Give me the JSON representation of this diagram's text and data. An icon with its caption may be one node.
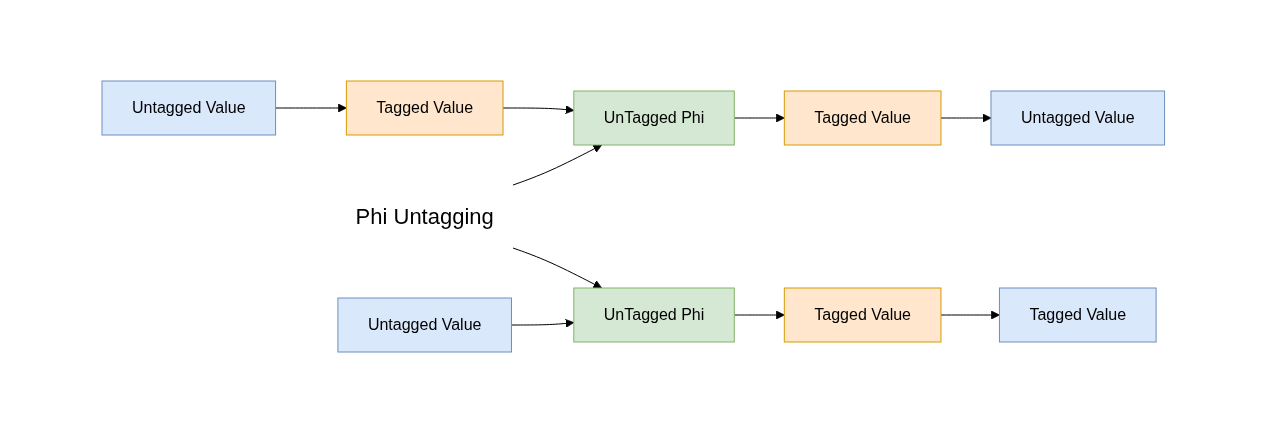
{
  "diagram": {
    "nodes": [
      {
        "text": [
          "Untagged Value"
        ]
      },
      {
        "text": [
          "Tagged Value"
        ]
      },
      {
        "text": [
          "UnTagged Phi"
        ]
      },
      {
        "text": [
          "Tagged Value"
        ]
      },
      {
        "text": [
          "Untagged Value"
        ]
      },
      {
        "text": [
          "Phi Untagging"
        ]
      },
      {
        "text": [
          "Untagged Value"
        ]
      },
      {
        "text": [
          "UnTagged Phi"
        ]
      },
      {
        "text": [
          "Tagged Value"
        ]
      },
      {
        "text": [
          "Tagged Value"
        ]
      }
    ],
    "edges": [
      {
        "from": 0,
        "to": 1,
        "arrow": "to"
      },
      {
        "from": 1,
        "to": 2,
        "arrow": "to"
      },
      {
        "from": 2,
        "to": 3,
        "arrow": "to"
      },
      {
        "from": 3,
        "to": 4,
        "arrow": "to"
      },
      {
        "from": 5,
        "to": 2,
        "arrow": "to"
      },
      {
        "from": 5,
        "to": 7,
        "arrow": "to"
      },
      {
        "from": 6,
        "to": 7,
        "arrow": "to"
      },
      {
        "from": 7,
        "to": 8,
        "arrow": "to"
      },
      {
        "from": 8,
        "to": 9,
        "arrow": "to"
      }
    ]
  }
}
